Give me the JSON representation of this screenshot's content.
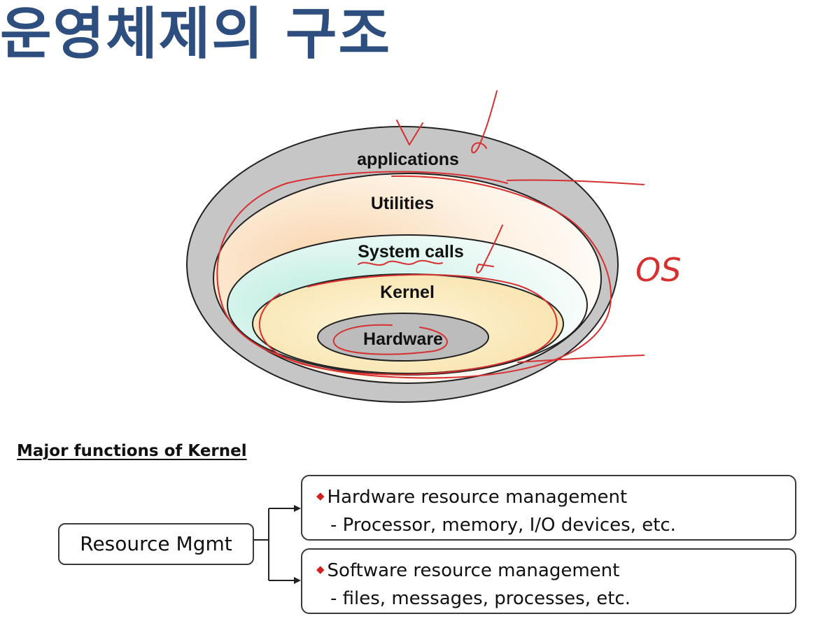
{
  "title": "운영체제의 구조",
  "diagram": {
    "layers": [
      "applications",
      "Utilities",
      "System calls",
      "Kernel",
      "Hardware"
    ],
    "annotation": "OS"
  },
  "kernel_functions": {
    "heading": "Major functions of Kernel",
    "root": "Resource Mgmt",
    "branches": [
      {
        "title": "Hardware resource management",
        "detail": "- Processor, memory, I/O devices, etc."
      },
      {
        "title": "Software resource management",
        "detail": "- files, messages, processes, etc."
      }
    ]
  },
  "colors": {
    "title": "#2d4e7e",
    "outer_bowl": "#c6c6c6",
    "utilities_fill": "#fbe3c6",
    "system_calls_fill": "#d2f2ea",
    "kernel_fill": "#fbefc6",
    "hardware_fill": "#bcbcbc",
    "annotation_ink": "#d63030",
    "bullet": "#d02020"
  }
}
